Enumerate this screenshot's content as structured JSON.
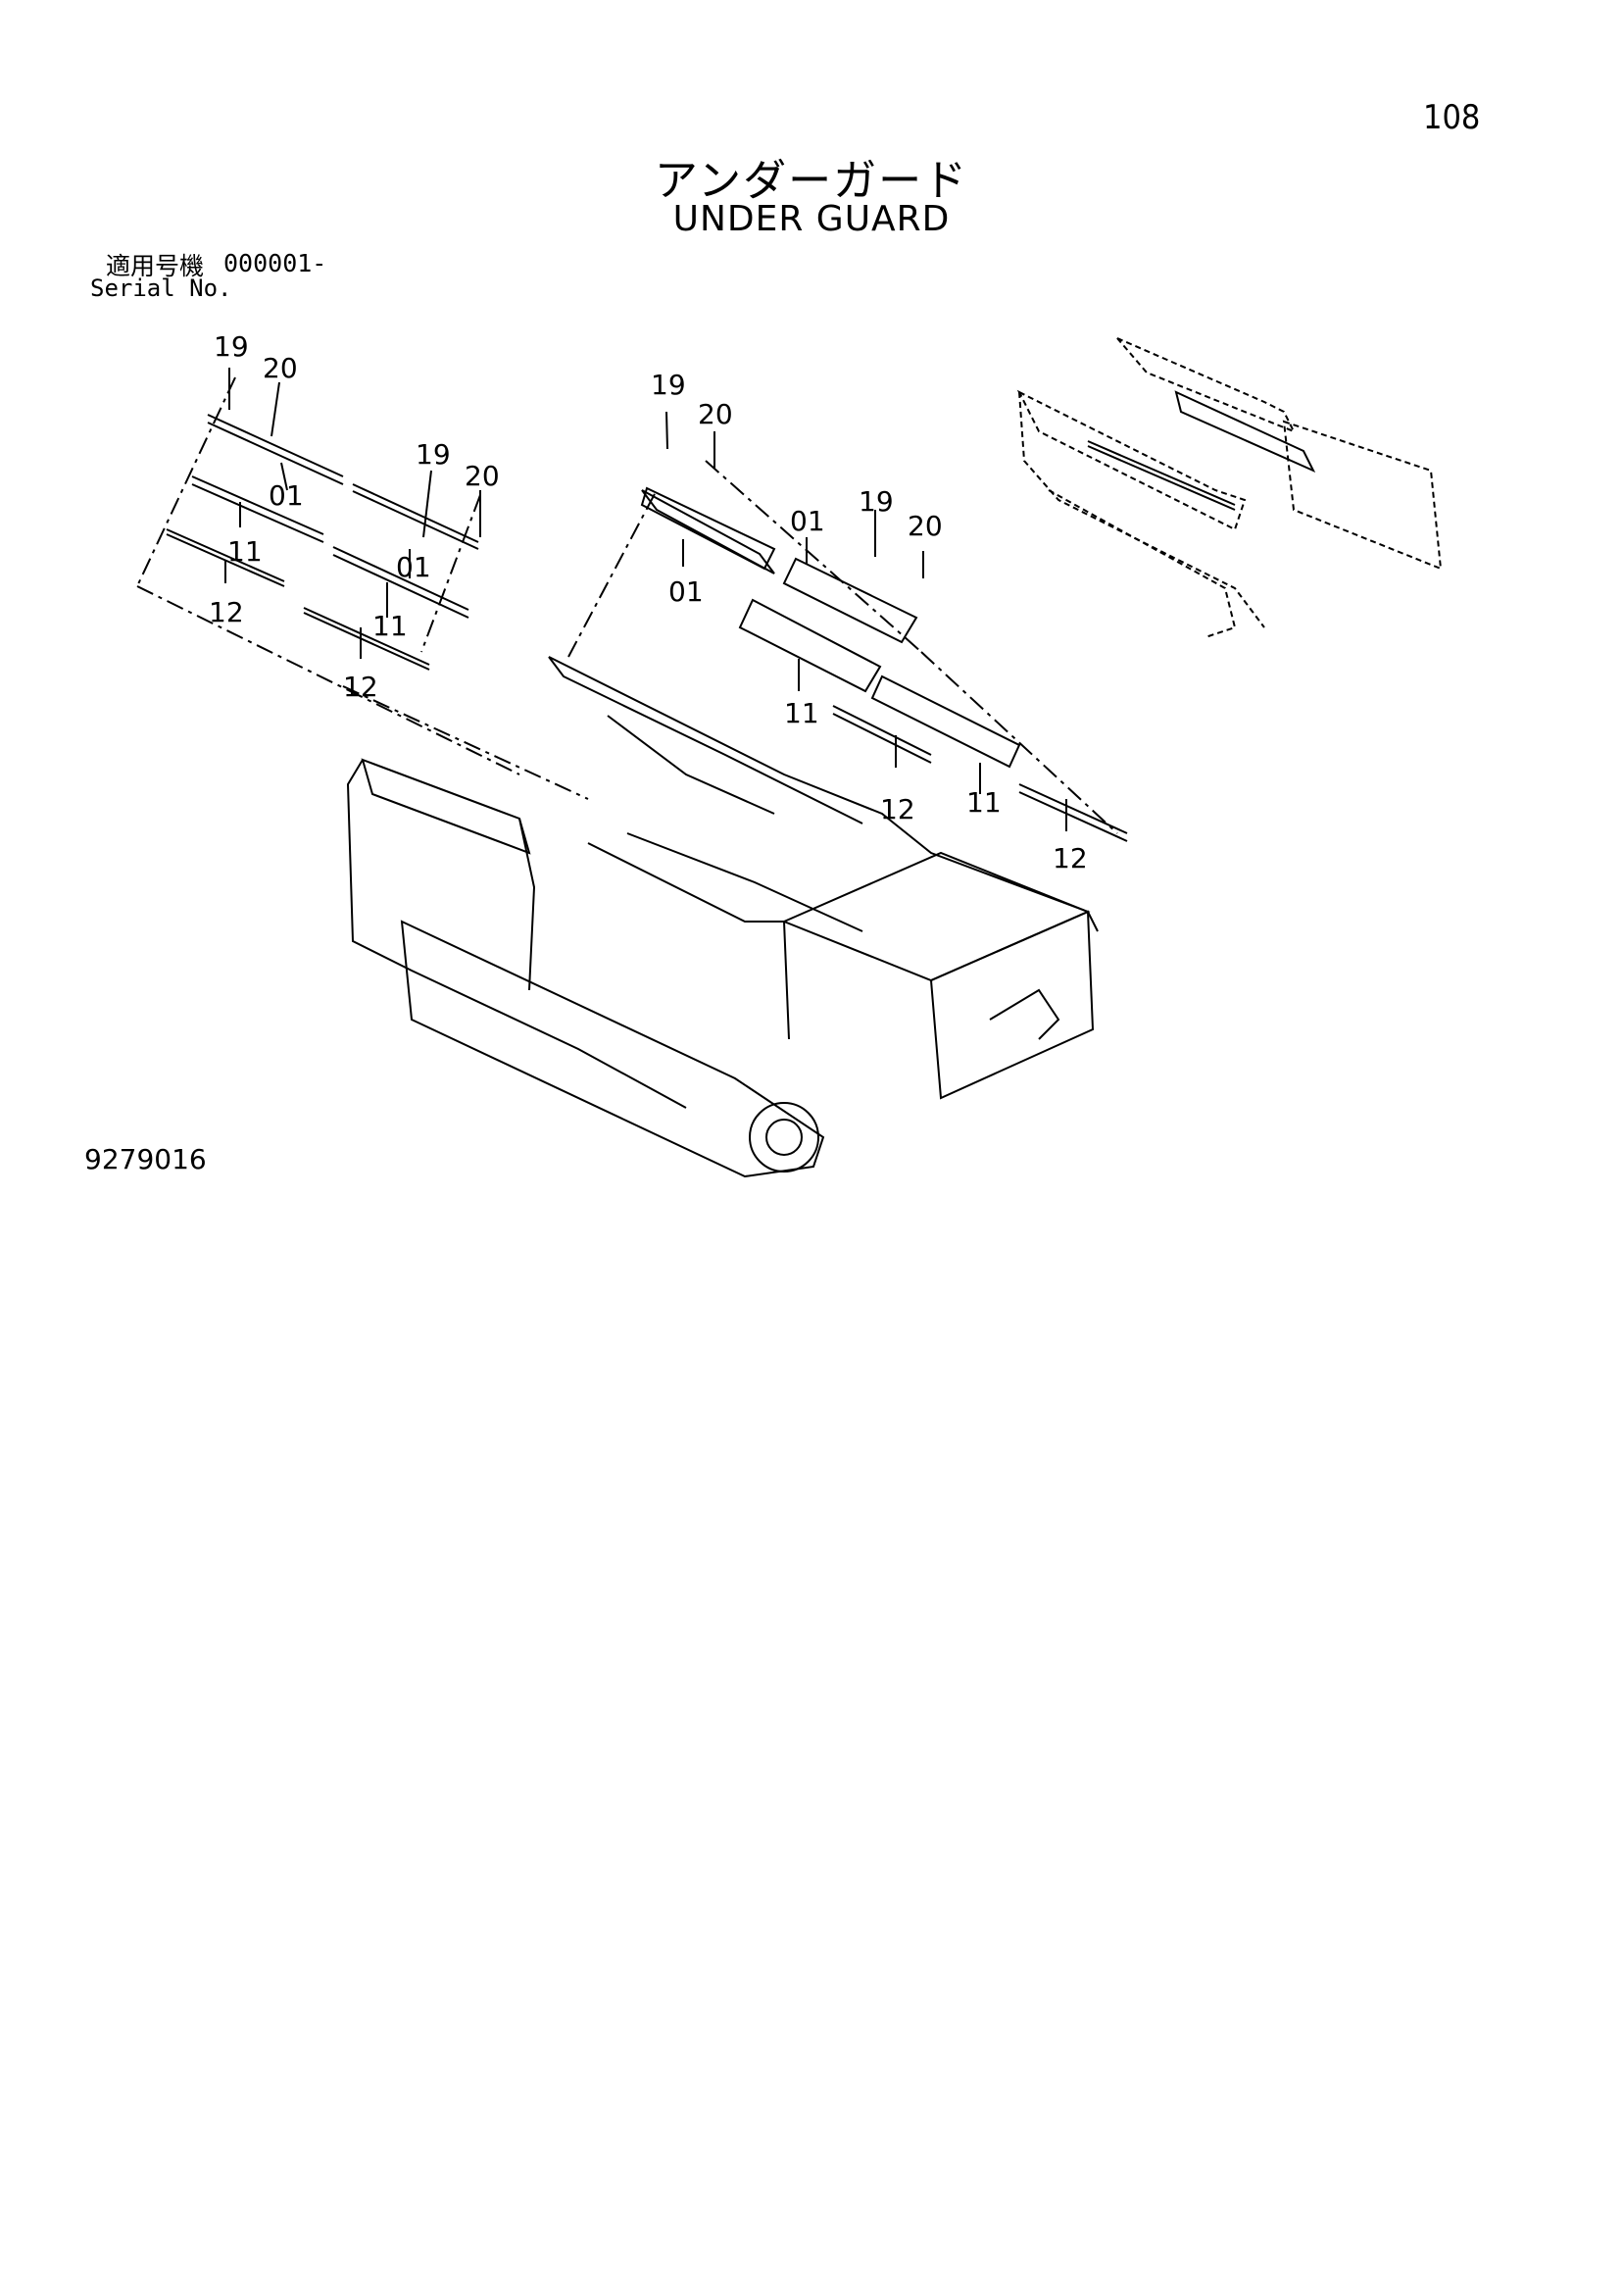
{
  "page": {
    "number": "108",
    "title_jp": "アンダーガード",
    "title_en": "UNDER GUARD",
    "serial_label_jp": "適用号機",
    "serial_label_en": "Serial No.",
    "serial_value": "000001-",
    "figure_code": "9279016"
  },
  "callouts": [
    {
      "id": "c-19-a",
      "text": "19"
    },
    {
      "id": "c-20-a",
      "text": "20"
    },
    {
      "id": "c-01-a",
      "text": "01"
    },
    {
      "id": "c-19-b",
      "text": "19"
    },
    {
      "id": "c-20-b",
      "text": "20"
    },
    {
      "id": "c-11-a",
      "text": "11"
    },
    {
      "id": "c-01-b",
      "text": "01"
    },
    {
      "id": "c-12-a",
      "text": "12"
    },
    {
      "id": "c-11-b",
      "text": "11"
    },
    {
      "id": "c-12-b",
      "text": "12"
    },
    {
      "id": "c-19-c",
      "text": "19"
    },
    {
      "id": "c-20-c",
      "text": "20"
    },
    {
      "id": "c-01-c",
      "text": "01"
    },
    {
      "id": "c-19-d",
      "text": "19"
    },
    {
      "id": "c-20-d",
      "text": "20"
    },
    {
      "id": "c-01-d",
      "text": "01"
    },
    {
      "id": "c-11-c",
      "text": "11"
    },
    {
      "id": "c-12-c",
      "text": "12"
    },
    {
      "id": "c-11-d",
      "text": "11"
    },
    {
      "id": "c-12-d",
      "text": "12"
    }
  ],
  "colors": {
    "line": "#000000",
    "background": "#ffffff"
  }
}
